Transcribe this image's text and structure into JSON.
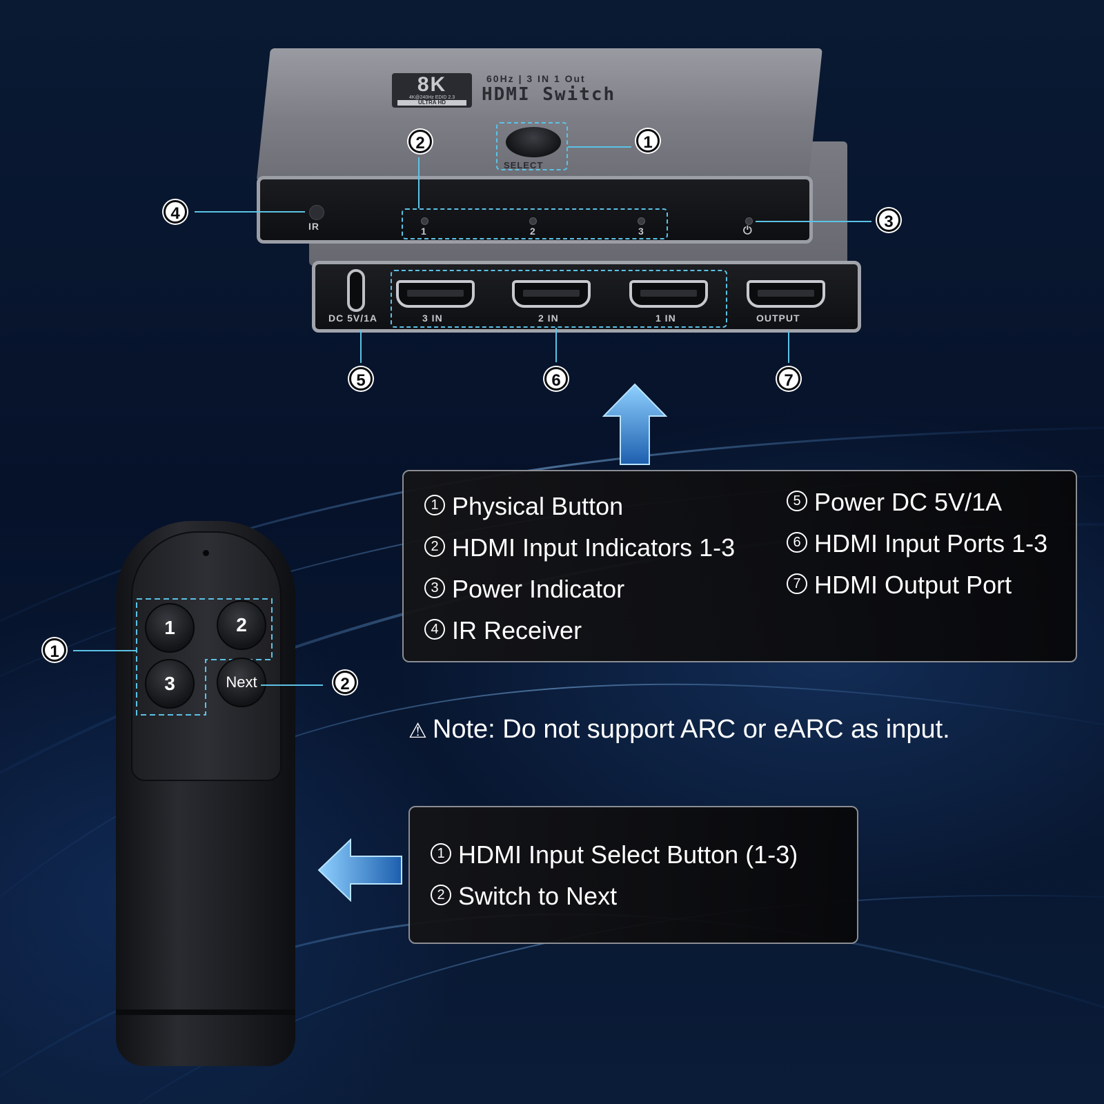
{
  "device": {
    "badge_big": "8K",
    "badge_small": "4K@240Hz EDID 2.3",
    "badge_tiny": "ULTRA HD",
    "subtitle": "60Hz | 3 IN 1 Out",
    "title": "HDMI Switch",
    "select_label": "SELECT",
    "ir_label": "IR",
    "indicator_labels": [
      "1",
      "2",
      "3"
    ],
    "power_symbol": "⏻",
    "dc_label": "DC 5V/1A",
    "port_labels": [
      "3 IN",
      "2 IN",
      "1 IN",
      "OUTPUT"
    ]
  },
  "callouts": {
    "device": [
      "1",
      "2",
      "3",
      "4",
      "5",
      "6",
      "7"
    ],
    "remote": [
      "1",
      "2"
    ]
  },
  "device_panel": {
    "items": [
      {
        "num": "1",
        "text": "Physical Button"
      },
      {
        "num": "2",
        "text": "HDMI Input Indicators 1-3"
      },
      {
        "num": "3",
        "text": "Power Indicator"
      },
      {
        "num": "4",
        "text": "IR Receiver"
      },
      {
        "num": "5",
        "text": "Power DC 5V/1A"
      },
      {
        "num": "6",
        "text": "HDMI Input Ports 1-3"
      },
      {
        "num": "7",
        "text": "HDMI Output Port"
      }
    ]
  },
  "note": {
    "icon": "warning-icon",
    "glyph": "⚠",
    "text": "Note: Do not support ARC or eARC as input."
  },
  "remote": {
    "buttons": [
      "1",
      "2",
      "3",
      "Next"
    ]
  },
  "remote_panel": {
    "items": [
      {
        "num": "1",
        "text": "HDMI Input Select Button (1-3)"
      },
      {
        "num": "2",
        "text": "Switch to Next"
      }
    ]
  },
  "colors": {
    "accent": "#5cc3e6",
    "arrow": "#2a7fd0",
    "background": "#071429"
  }
}
